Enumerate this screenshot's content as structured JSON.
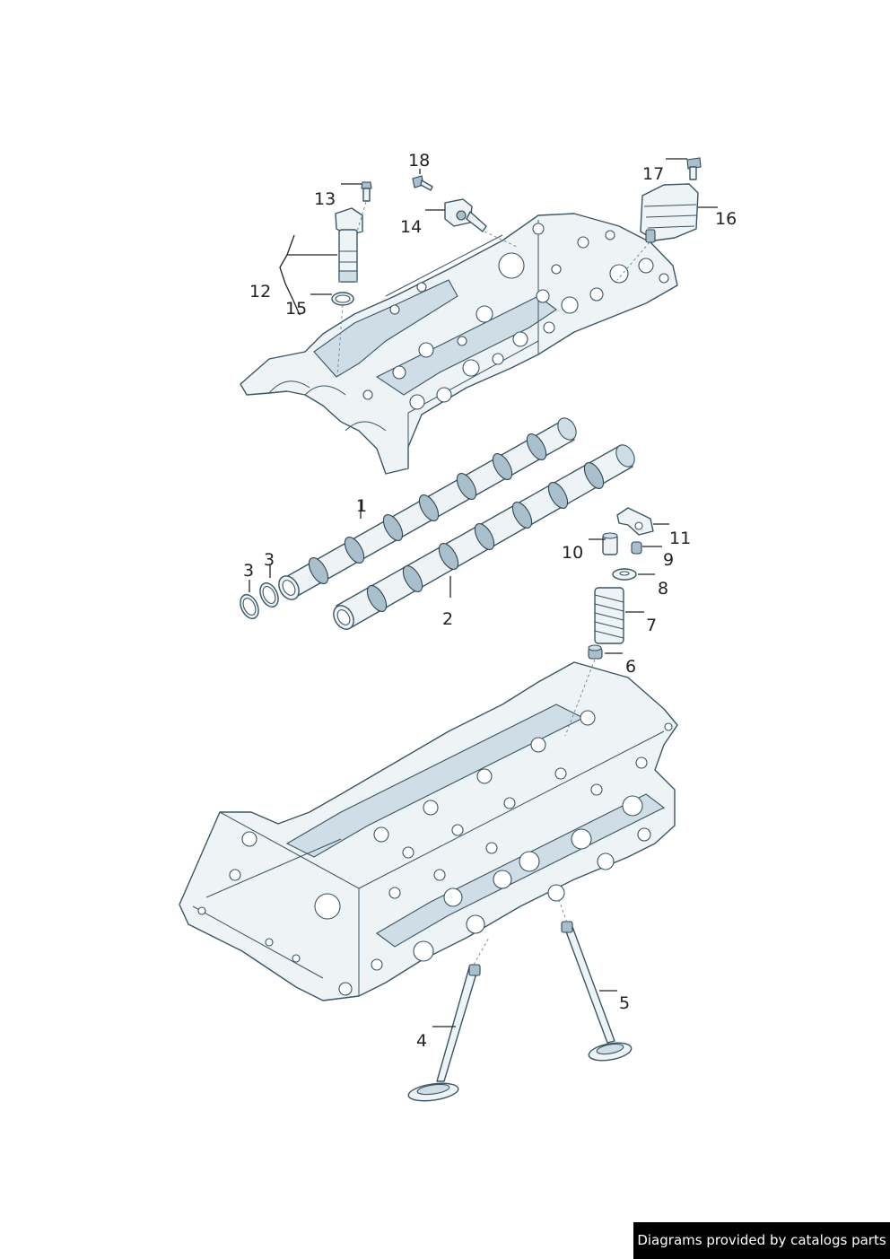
{
  "labels": {
    "p1": "1",
    "p2": "2",
    "p3a": "3",
    "p3b": "3",
    "p4": "4",
    "p5": "5",
    "p6": "6",
    "p7": "7",
    "p8": "8",
    "p9": "9",
    "p10": "10",
    "p11": "11",
    "p12": "12",
    "p13": "13",
    "p14": "14",
    "p15": "15",
    "p16": "16",
    "p17": "17",
    "p18": "18"
  },
  "credit": "Diagrams provided by catalogs parts",
  "colors": {
    "ink": "#222222",
    "part_fill": "#eef3f6",
    "part_outline": "#3a5563",
    "credit_bg": "#000000",
    "credit_text": "#ffffff"
  }
}
